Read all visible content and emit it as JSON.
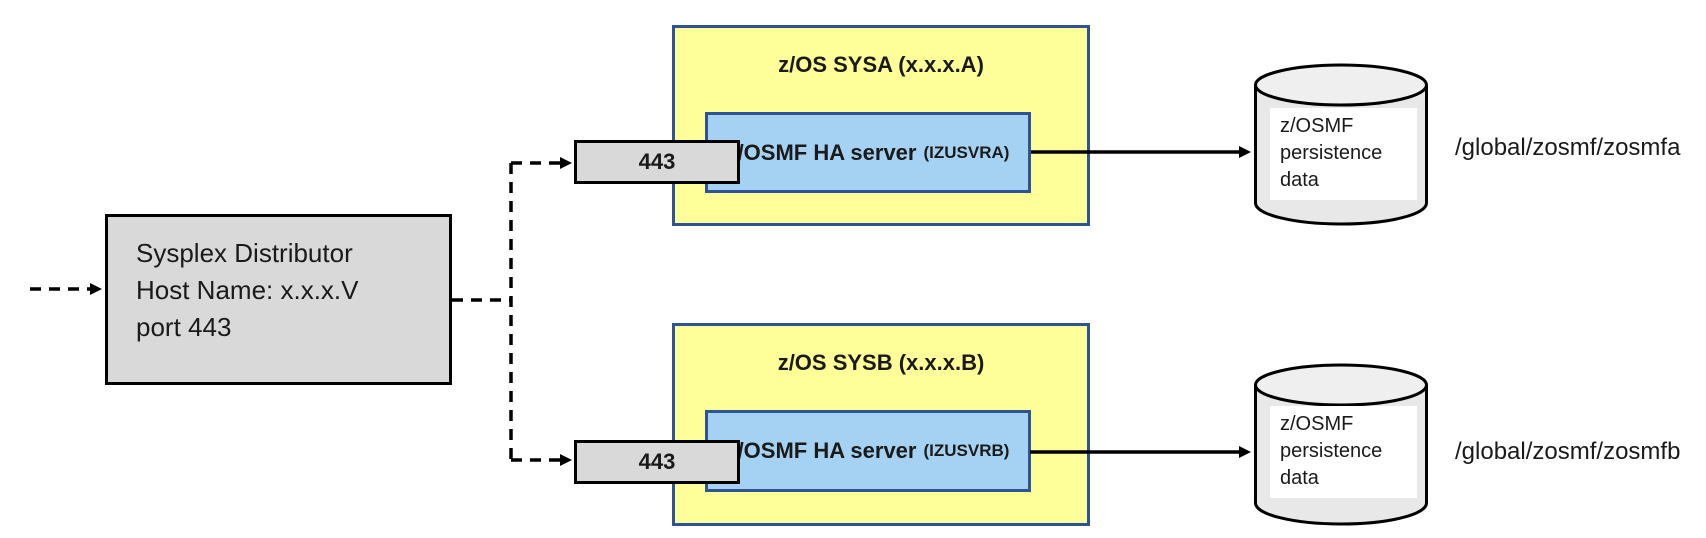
{
  "diagram": {
    "distributor": {
      "line1": "Sysplex Distributor",
      "line2": "Host Name: x.x.x.V",
      "line3": "port 443"
    },
    "systems": [
      {
        "name": "z/OS SYSA (x.x.x.A)",
        "port": "443",
        "server": "z/OSMF HA server",
        "instance": "(IZUSVRA)",
        "datastore": "z/OSMF persistence data",
        "path": "/global/zosmf/zosmfa"
      },
      {
        "name": "z/OS SYSB (x.x.x.B)",
        "port": "443",
        "server": "z/OSMF HA server",
        "instance": "(IZUSVRB)",
        "datastore": "z/OSMF persistence data",
        "path": "/global/zosmf/zosmfb"
      }
    ],
    "colors": {
      "system_fill": "#ffff99",
      "system_border": "#2f5496",
      "server_fill": "#a5d2f2",
      "server_border": "#2f5496",
      "node_fill": "#d9d9d9",
      "cylinder_fill": "#e8e8e8",
      "line": "#000000"
    }
  }
}
